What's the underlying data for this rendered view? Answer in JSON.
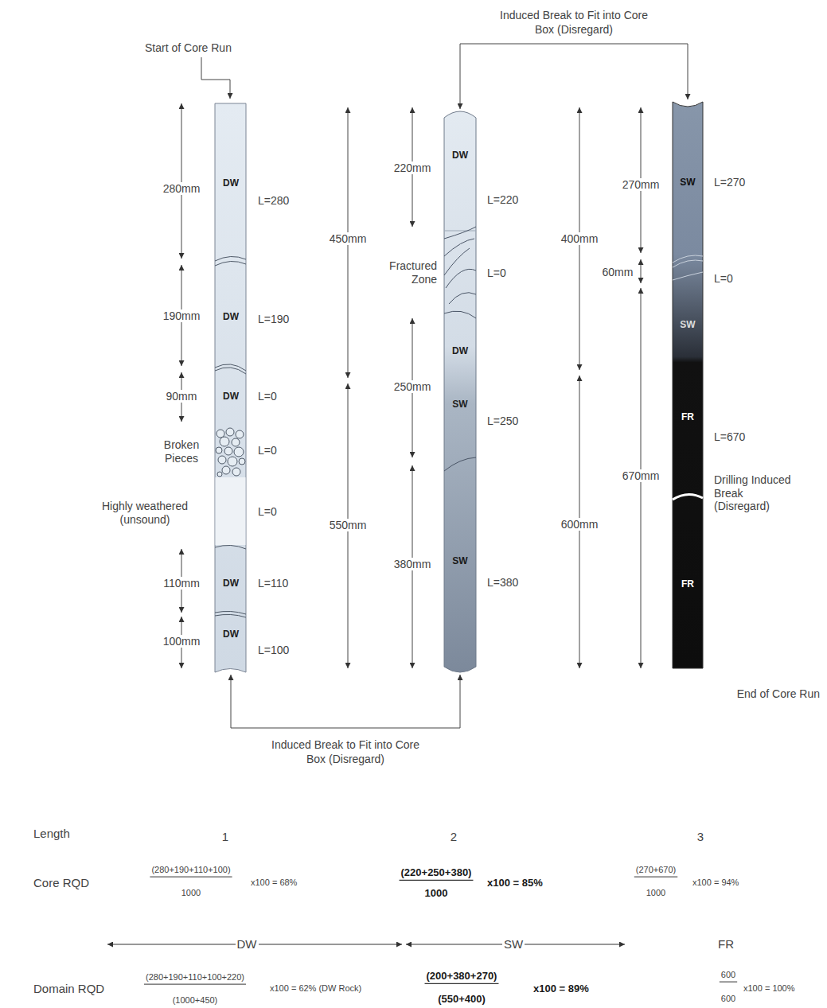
{
  "diagram": {
    "nodes": [
      {
        "text": [
          "DW",
          "DW",
          "DW",
          "DW",
          "DW"
        ]
      },
      {
        "text": [
          "DW",
          "DW",
          "SW",
          "SW"
        ]
      },
      {
        "text": [
          "SW",
          "SW",
          "FR",
          "FR"
        ]
      }
    ],
    "edges": [
      {
        "from": 1,
        "to": 2,
        "arrow": "both",
        "label": "Induced Break to Fit into Core Box (Disregard)"
      },
      {
        "from": 0,
        "to": 1,
        "arrow": "both",
        "label": "Induced Break to Fit into Core Box (Disregard)"
      }
    ],
    "labels": [
      "Start of Core Run",
      "280mm",
      "L=280",
      "190mm",
      "L=190",
      "90mm",
      "L=0",
      "Broken Pieces",
      "L=0",
      "Highly weathered (unsound)",
      "L=0",
      "110mm",
      "L=110",
      "100mm",
      "L=100",
      "450mm",
      "220mm",
      "L=220",
      "Fractured Zone",
      "L=0",
      "250mm",
      "L=250",
      "550mm",
      "380mm",
      "L=380",
      "400mm",
      "270mm",
      "L=270",
      "60mm",
      "L=0",
      "L=670",
      "670mm",
      "Drilling Induced Break (Disregard)",
      "600mm",
      "End of Core Run",
      "Length",
      "1",
      "2",
      "3",
      "Core RQD",
      "(280+190+110+100)",
      "1000",
      "x100 = 68%",
      "(220+250+380)",
      "1000",
      "x100 = 85%",
      "(270+670)",
      "1000",
      "x100 = 94%",
      "DW",
      "SW",
      "FR",
      "Domain RQD",
      "(280+190+110+100+220)",
      "(1000+450)",
      "x100 = 62% (DW Rock)",
      "(200+380+270)",
      "(550+400)",
      "x100 = 89%",
      "600",
      "600",
      "x100 = 100%"
    ]
  }
}
